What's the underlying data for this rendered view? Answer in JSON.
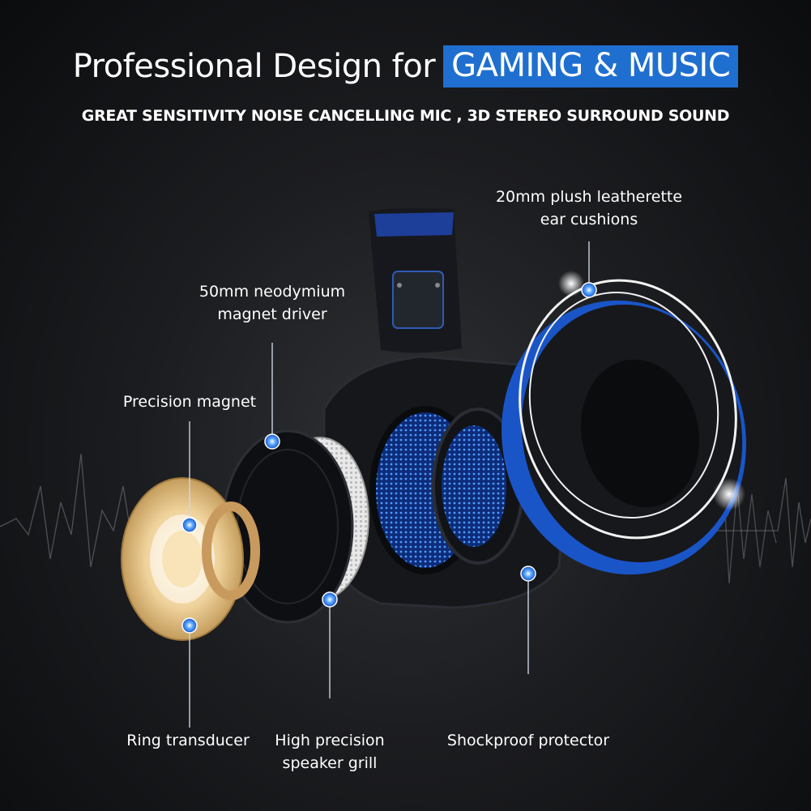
{
  "header": {
    "title_lead": "Professional Design for",
    "title_highlight": "GAMING & MUSIC",
    "subtitle": "GREAT SENSITIVITY NOISE CANCELLING MIC , 3D STEREO SURROUND SOUND"
  },
  "callouts": {
    "ear_cushions": {
      "line1": "20mm plush leatherette",
      "line2": "ear cushions"
    },
    "driver": {
      "line1": "50mm neodymium",
      "line2": "magnet driver"
    },
    "magnet": {
      "line1": "Precision magnet"
    },
    "transducer": {
      "line1": "Ring transducer"
    },
    "grill": {
      "line1": "High precision",
      "line2": "speaker grill"
    },
    "protector": {
      "line1": "Shockproof protector"
    }
  },
  "colors": {
    "accent_blue": "#1f6fd0",
    "led_blue": "#2f7cff",
    "gold": "#e8c98f"
  }
}
